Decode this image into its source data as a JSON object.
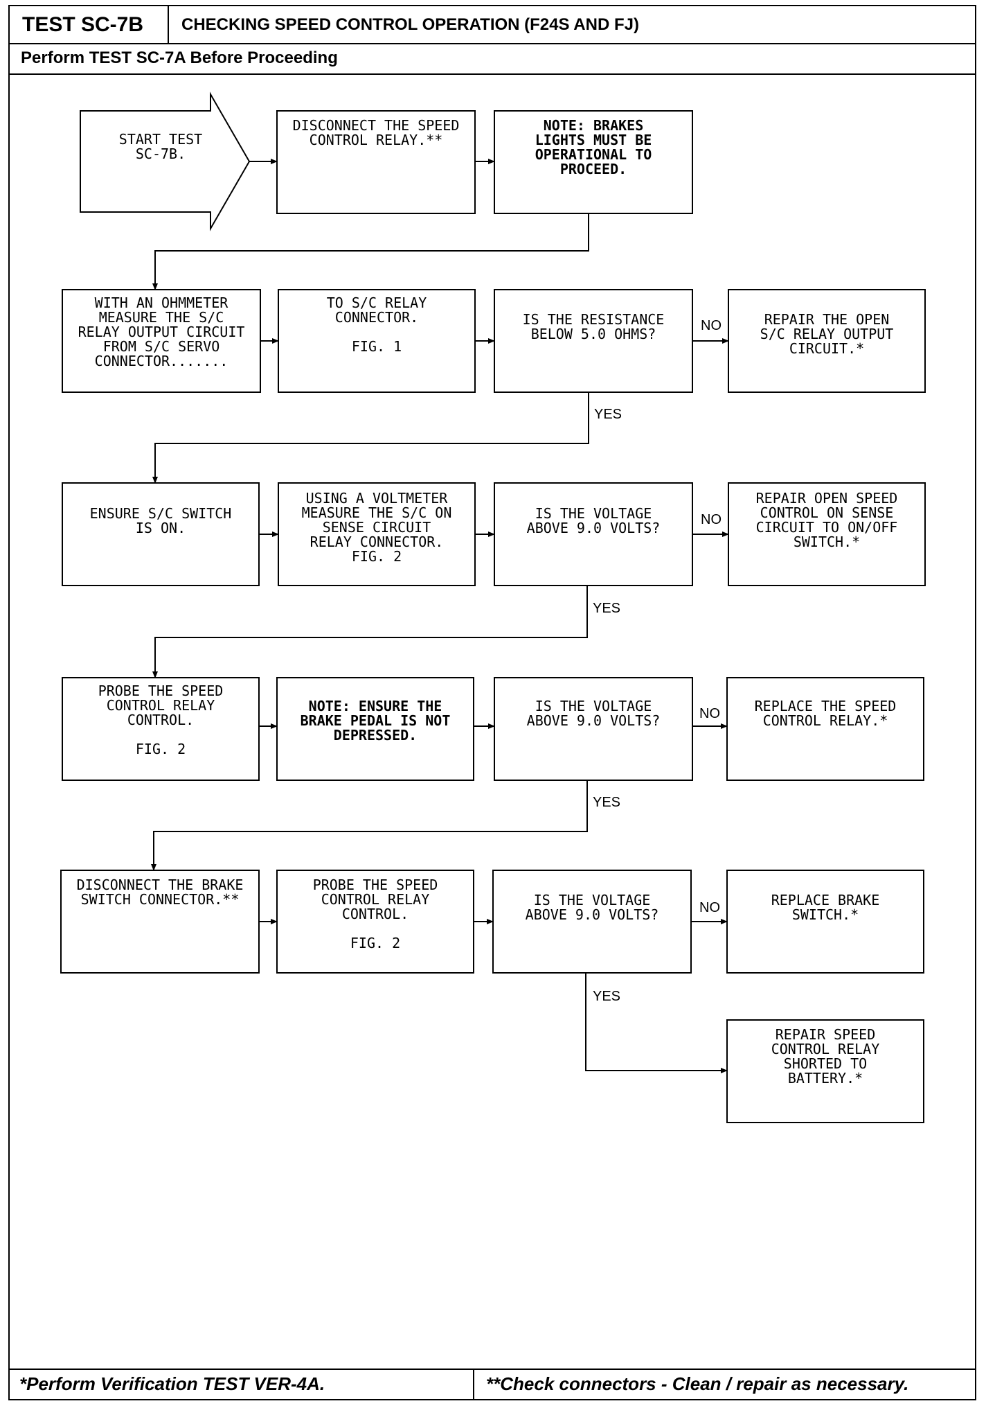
{
  "header": {
    "test_id": "TEST SC-7B",
    "title": "CHECKING SPEED CONTROL OPERATION (F24S AND FJ)",
    "prerequisite": "Perform TEST SC-7A Before Proceeding"
  },
  "boxes": [
    {
      "id": "start",
      "lines": [
        "START TEST",
        "SC-7B."
      ]
    },
    {
      "id": "disconnect-relay",
      "lines": [
        "DISCONNECT THE SPEED",
        "CONTROL RELAY.**"
      ]
    },
    {
      "id": "note-brake-lights",
      "lines": [
        "NOTE: BRAKES",
        "LIGHTS MUST BE",
        "OPERATIONAL TO",
        "PROCEED."
      ]
    },
    {
      "id": "ohmmeter",
      "lines": [
        "WITH AN OHMMETER",
        "MEASURE THE S/C",
        "RELAY OUTPUT CIRCUIT",
        "FROM S/C SERVO",
        "CONNECTOR......."
      ]
    },
    {
      "id": "to-relay-connector",
      "lines": [
        "TO S/C RELAY",
        "CONNECTOR.",
        "",
        "FIG. 1"
      ]
    },
    {
      "id": "q-resistance",
      "lines": [
        "IS THE RESISTANCE",
        "BELOW 5.0 OHMS?"
      ]
    },
    {
      "id": "repair-open-output",
      "lines": [
        "REPAIR THE OPEN",
        "S/C RELAY OUTPUT",
        "CIRCUIT.*"
      ]
    },
    {
      "id": "ensure-switch",
      "lines": [
        "ENSURE S/C SWITCH",
        "IS ON."
      ]
    },
    {
      "id": "voltmeter",
      "lines": [
        "USING A VOLTMETER",
        "MEASURE THE S/C ON",
        "SENSE CIRCUIT",
        "RELAY CONNECTOR.",
        "FIG. 2"
      ]
    },
    {
      "id": "q-voltage-1",
      "lines": [
        "IS THE VOLTAGE",
        "ABOVE 9.0 VOLTS?"
      ]
    },
    {
      "id": "repair-open-sense",
      "lines": [
        "REPAIR OPEN SPEED",
        "CONTROL ON SENSE",
        "CIRCUIT TO ON/OFF",
        "SWITCH.*"
      ]
    },
    {
      "id": "probe-1",
      "lines": [
        "PROBE THE SPEED",
        "CONTROL RELAY",
        "CONTROL.",
        "",
        "FIG. 2"
      ]
    },
    {
      "id": "note-brake-pedal",
      "lines": [
        "NOTE: ENSURE THE",
        "BRAKE PEDAL IS NOT",
        "DEPRESSED."
      ]
    },
    {
      "id": "q-voltage-2",
      "lines": [
        "IS THE VOLTAGE",
        "ABOVE 9.0 VOLTS?"
      ]
    },
    {
      "id": "replace-relay",
      "lines": [
        "REPLACE THE SPEED",
        "CONTROL RELAY.*"
      ]
    },
    {
      "id": "disconnect-brake-switch",
      "lines": [
        "DISCONNECT THE BRAKE",
        "SWITCH CONNECTOR.**"
      ]
    },
    {
      "id": "probe-2",
      "lines": [
        "PROBE THE SPEED",
        "CONTROL RELAY",
        "CONTROL.",
        "",
        "FIG. 2"
      ]
    },
    {
      "id": "q-voltage-3",
      "lines": [
        "IS THE VOLTAGE",
        "ABOVE 9.0 VOLTS?"
      ]
    },
    {
      "id": "replace-brake-switch",
      "lines": [
        "REPLACE BRAKE",
        "SWITCH.*"
      ]
    },
    {
      "id": "repair-shorted",
      "lines": [
        "REPAIR SPEED",
        "CONTROL RELAY",
        "SHORTED TO",
        "BATTERY.*"
      ]
    }
  ],
  "labels": {
    "no": "NO",
    "yes": "YES"
  },
  "footer": {
    "left": "*Perform Verification TEST VER-4A.",
    "right": "**Check connectors - Clean / repair as necessary."
  }
}
